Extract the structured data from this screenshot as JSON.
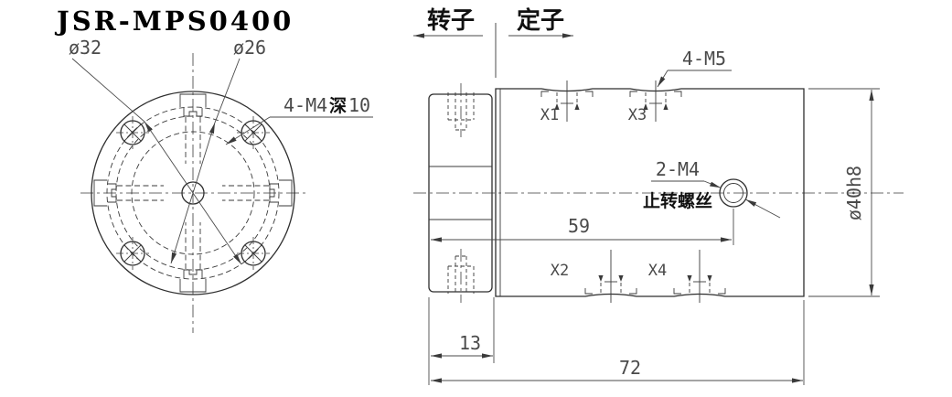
{
  "title": "JSR-MPS0400",
  "front": {
    "dia_outer_label": "ø32",
    "dia_inner_label": "ø26",
    "holes_prefix": "4-M4",
    "holes_depth_cjk": "深",
    "holes_depth_val": "10"
  },
  "header": {
    "rotor": "转子",
    "stator": "定子"
  },
  "side": {
    "top_holes": "4-M5",
    "x1": "X1",
    "x2": "X2",
    "x3": "X3",
    "x4": "X4",
    "screw_qty": "2-M4",
    "screw_name": "止转螺丝",
    "len_to_screw": "59",
    "rotor_len": "13",
    "total_len": "72",
    "stator_dia": "ø40h8"
  },
  "colors": {
    "outline": "#2e2e2e",
    "dim": "#4a4a4a",
    "background": "#ffffff"
  }
}
